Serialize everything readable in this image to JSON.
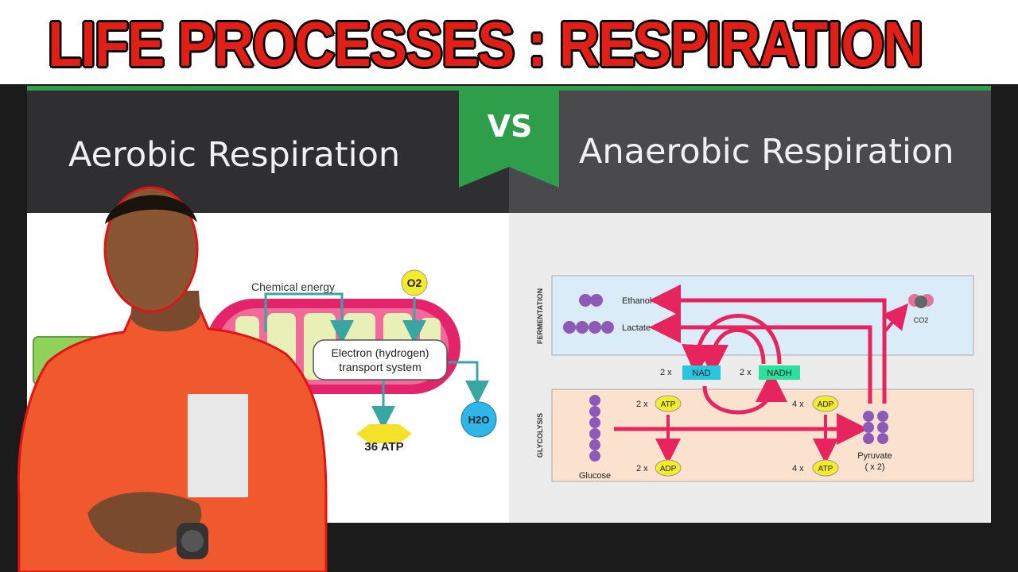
{
  "title": "LIFE PROCESSES : RESPIRATION",
  "header": {
    "left_label": "Aerobic Respiration",
    "right_label": "Anaerobic Respiration",
    "vs_label": "VS"
  },
  "aerobic_diagram": {
    "chemical_energy": "Chemical energy",
    "oxygen": "O2",
    "etc_line1": "Electron (hydrogen)",
    "etc_line2": "transport system",
    "water": "H2O",
    "atp_yield": "36 ATP"
  },
  "anaerobic_diagram": {
    "fermentation_label": "FERMENTATION",
    "glycolysis_label": "GLYCOLYSIS",
    "ethanol": "Ethanol",
    "lactate": "Lactate",
    "co2": "CO2",
    "nad_prefix": "2 x",
    "nad": "NAD",
    "nadh_prefix": "2 x",
    "nadh": "NADH",
    "atp_in_prefix": "2 x",
    "atp_in": "ATP",
    "adp_in_prefix": "4 x",
    "adp_in": "ADP",
    "adp_out_prefix": "2 x",
    "adp_out": "ADP",
    "atp_out_prefix": "4 x",
    "atp_out": "ATP",
    "glucose": "Glucose",
    "pyruvate": "Pyruvate",
    "pyruvate_count": "( x 2)"
  },
  "colors": {
    "title_red": "#e21f16",
    "accent_green": "#2e9e4a",
    "arrow_pink": "#e6245e",
    "molecule_purple": "#8e5ab8",
    "nad_cyan": "#29c6e0",
    "nadh_green": "#2de0a0",
    "atp_yellow": "#f4ec2a"
  }
}
